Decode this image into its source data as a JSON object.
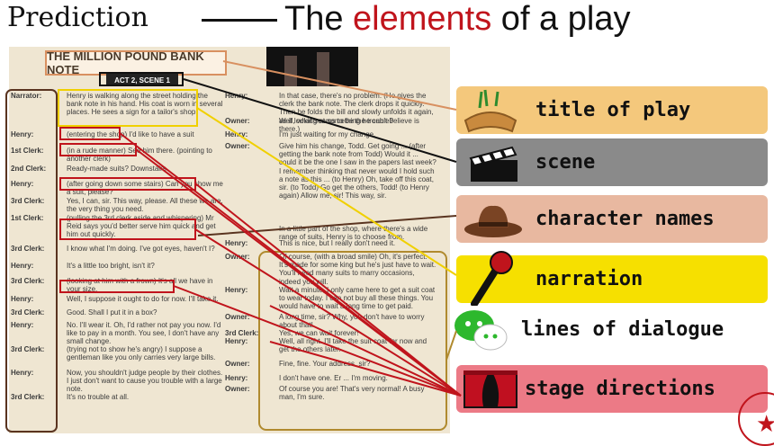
{
  "header": {
    "prediction_label": "Prediction",
    "title_prefix": "The ",
    "title_highlight": "elements",
    "title_suffix": " of a play"
  },
  "script": {
    "play_title": "THE MILLION POUND BANK NOTE",
    "act_scene": "ACT 2, SCENE 1",
    "left_column": [
      {
        "speaker": "Narrator:",
        "text": "Henry is walking along the street holding the bank note in his hand. His coat is worn in several places. He sees a sign for a tailor's shop."
      },
      {
        "speaker": "Henry:",
        "text": "(entering the shop) I'd like to have a suit"
      },
      {
        "speaker": "1st Clerk:",
        "text": "(in a rude manner) See him there. (pointing to another clerk)"
      },
      {
        "speaker": "2nd Clerk:",
        "text": "Ready-made suits? Downstairs."
      },
      {
        "speaker": "Henry:",
        "text": "(after going down some stairs) Can you show me a suit, please?"
      },
      {
        "speaker": "3rd Clerk:",
        "text": "Yes, I can, sir. This way, please. All these we are, the very thing you need."
      },
      {
        "speaker": "1st Clerk:",
        "text": "(pulling the 3rd clerk aside and whispering) Mr Reid says you'd better serve him quick and get him out quickly."
      },
      {
        "speaker": "3rd Clerk:",
        "text": "I know what I'm doing. I've got eyes, haven't I?"
      },
      {
        "speaker": "Henry:",
        "text": "It's a little too bright, isn't it?"
      },
      {
        "speaker": "3rd Clerk:",
        "text": "(looking at him with a frown) It's all we have in your size."
      },
      {
        "speaker": "Henry:",
        "text": "Well, I suppose it ought to do for now. I'll take it."
      },
      {
        "speaker": "3rd Clerk:",
        "text": "Good. Shall I put it in a box?"
      },
      {
        "speaker": "Henry:",
        "text": "No. I'll wear it. Oh, I'd rather not pay you now. I'd like to pay in a month. You see, I don't have any small change."
      },
      {
        "speaker": "3rd Clerk:",
        "text": "(trying not to show he's angry) I suppose a gentleman like you only carries very large bills."
      },
      {
        "speaker": "Henry:",
        "text": "Now, you shouldn't judge people by their clothes. I just don't want to cause you trouble with a large note."
      },
      {
        "speaker": "3rd Clerk:",
        "text": "It's no trouble at all."
      }
    ],
    "right_column": [
      {
        "speaker": "Henry:",
        "text": "In that case, there's no problem. (He gives the clerk the bank note. The clerk drops it quickly. Then he folds the bill and slowly unfolds it again, as if looking at something he can't believe is there.)"
      },
      {
        "speaker": "Owner:",
        "text": "Well, what seems to be the trouble?"
      },
      {
        "speaker": "Henry:",
        "text": "I'm just waiting for my change."
      },
      {
        "speaker": "Owner:",
        "text": "Give him his change, Todd. Get going ... (after getting the bank note from Todd) Would it ... could it be the one I saw in the papers last week? I remember thinking that never would I hold such a note as this ... (to Henry) Oh, take off this coat, sir. (to Todd) Go get the others, Todd! (to Henry again) Allow me, sir! This way, sir."
      },
      {
        "speaker": "",
        "text": "In a little part of the shop, where there's a wide range of suits, Henry is to choose from."
      },
      {
        "speaker": "Henry:",
        "text": "This is nice, but I really don't need it."
      },
      {
        "speaker": "Owner:",
        "text": "Of course, (with a broad smile) Oh, it's perfect. It's made for some king but he's just have to wait. You'll need many suits to marry occasions, indeed you will."
      },
      {
        "speaker": "Henry:",
        "text": "Wait a minute, I only came here to get a suit coat to wear today. I can not buy all these things. You would have to wait a long time to get paid."
      },
      {
        "speaker": "Owner:",
        "text": "A long time, sir? Why, you don't have to worry about that!"
      },
      {
        "speaker": "3rd Clerk:",
        "text": "Yes, we can wait forever!"
      },
      {
        "speaker": "Henry:",
        "text": "Well, all right. I'll take the suit coat for now and get the others later."
      },
      {
        "speaker": "Owner:",
        "text": "Fine, fine. Your address, sir?"
      },
      {
        "speaker": "Henry:",
        "text": "I don't have one. Er ... I'm moving."
      },
      {
        "speaker": "Owner:",
        "text": "Of course you are! That's very normal! A busy man, I'm sure."
      }
    ]
  },
  "legend": [
    {
      "label": "title of play",
      "icon": "sign-icon",
      "color": "#f4c87c"
    },
    {
      "label": "scene",
      "icon": "clapperboard-icon",
      "color": "#8a8a8a"
    },
    {
      "label": "character names",
      "icon": "cowboy-hat-icon",
      "color": "#e8b8a0"
    },
    {
      "label": "narration",
      "icon": "microphone-icon",
      "color": "#f6e000"
    },
    {
      "label": "lines of dialogue",
      "icon": "chat-bubbles-icon",
      "color": "#ffffff"
    },
    {
      "label": "stage directions",
      "icon": "theater-curtain-icon",
      "color": "#ec7a86"
    }
  ],
  "colors": {
    "accent": "#c0141c",
    "page": "#efe6d2"
  }
}
